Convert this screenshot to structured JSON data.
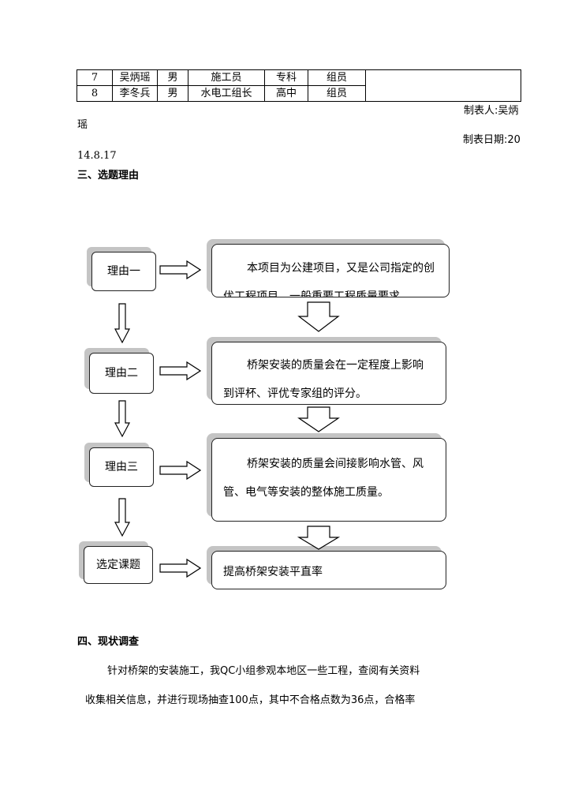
{
  "member_table": {
    "rows": [
      {
        "no": "7",
        "name": "吴炳瑶",
        "gender": "男",
        "job": "施工员",
        "education": "专科",
        "role": "组员",
        "note": ""
      },
      {
        "no": "8",
        "name": "李冬兵",
        "gender": "男",
        "job": "水电工组长",
        "education": "高中",
        "role": "组员",
        "note": ""
      }
    ]
  },
  "maker": {
    "line1": "制表人:吴炳",
    "line2": "瑶"
  },
  "date": {
    "line1": "制表日期:20",
    "line2": "14.8.17"
  },
  "section3": {
    "heading": "三、选题理由"
  },
  "flow": {
    "reasons": [
      {
        "label": "理由一",
        "text_line1": "本项目为公建项目，又是公司指定的创",
        "text_line2": "优工程项目，一般重要工程质量要求"
      },
      {
        "label": "理由二",
        "text_line1": "桥架安装的质量会在一定程度上影响",
        "text_line2": "到评杯、评优专家组的评分。"
      },
      {
        "label": "理由三",
        "text_line1": "桥架安装的质量会间接影响水管、风",
        "text_line2": "管、电气等安装的整体施工质量。"
      }
    ],
    "result": {
      "label": "选定课题",
      "text": "提高桥架安装平直率"
    }
  },
  "section4": {
    "heading": "四、现状调查",
    "para_line1": "针对桥架的安装施工，我QC小组参观本地区一些工程，查阅有关资料",
    "para_line2": "收集相关信息，并进行现场抽查100点，其中不合格点数为36点，合格率"
  }
}
